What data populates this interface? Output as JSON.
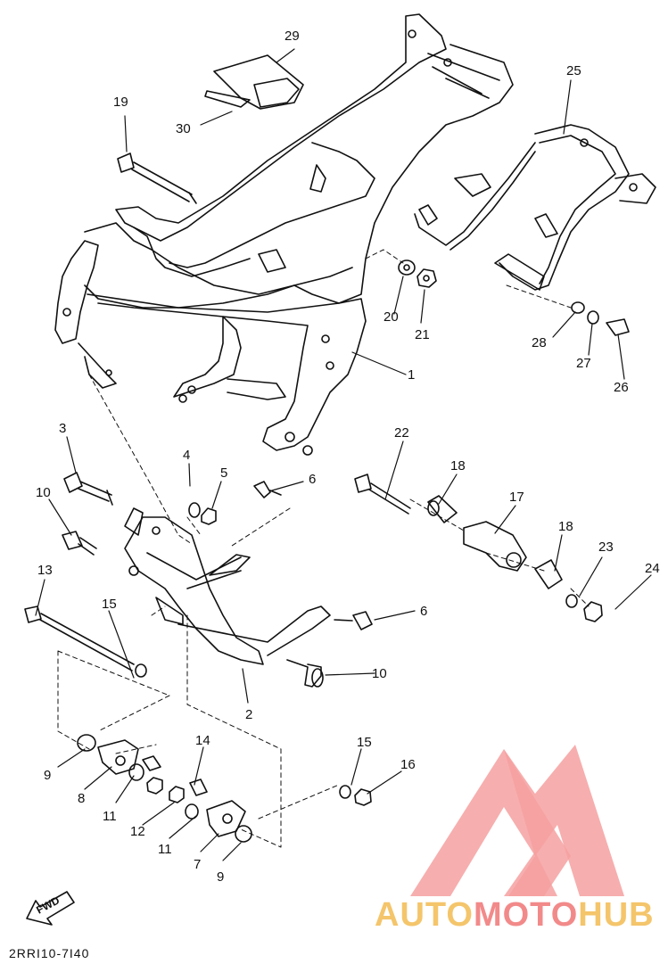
{
  "diagram_code": "2RRI10-7I40",
  "fwd_label": "FWD",
  "watermark": {
    "part1": "AUTO",
    "part2": "MOTO",
    "part3": "HUB",
    "colors": {
      "peach": "#f4c56b",
      "pink": "#f28a8a",
      "logo_red": "#f6a0a0"
    }
  },
  "callouts": [
    {
      "id": "c29",
      "label": "29"
    },
    {
      "id": "c30",
      "label": "30"
    },
    {
      "id": "c19",
      "label": "19"
    },
    {
      "id": "c25",
      "label": "25"
    },
    {
      "id": "c20",
      "label": "20"
    },
    {
      "id": "c21",
      "label": "21"
    },
    {
      "id": "c1",
      "label": "1"
    },
    {
      "id": "c28",
      "label": "28"
    },
    {
      "id": "c27",
      "label": "27"
    },
    {
      "id": "c26",
      "label": "26"
    },
    {
      "id": "c3",
      "label": "3"
    },
    {
      "id": "c4",
      "label": "4"
    },
    {
      "id": "c5",
      "label": "5"
    },
    {
      "id": "c6a",
      "label": "6"
    },
    {
      "id": "c22",
      "label": "22"
    },
    {
      "id": "c18a",
      "label": "18"
    },
    {
      "id": "c17",
      "label": "17"
    },
    {
      "id": "c10a",
      "label": "10"
    },
    {
      "id": "c18b",
      "label": "18"
    },
    {
      "id": "c23",
      "label": "23"
    },
    {
      "id": "c24",
      "label": "24"
    },
    {
      "id": "c13",
      "label": "13"
    },
    {
      "id": "c15a",
      "label": "15"
    },
    {
      "id": "c6b",
      "label": "6"
    },
    {
      "id": "c10b",
      "label": "10"
    },
    {
      "id": "c2",
      "label": "2"
    },
    {
      "id": "c14",
      "label": "14"
    },
    {
      "id": "c15b",
      "label": "15"
    },
    {
      "id": "c16",
      "label": "16"
    },
    {
      "id": "c9a",
      "label": "9"
    },
    {
      "id": "c8",
      "label": "8"
    },
    {
      "id": "c11a",
      "label": "11"
    },
    {
      "id": "c12",
      "label": "12"
    },
    {
      "id": "c11b",
      "label": "11"
    },
    {
      "id": "c7",
      "label": "7"
    },
    {
      "id": "c9b",
      "label": "9"
    }
  ]
}
